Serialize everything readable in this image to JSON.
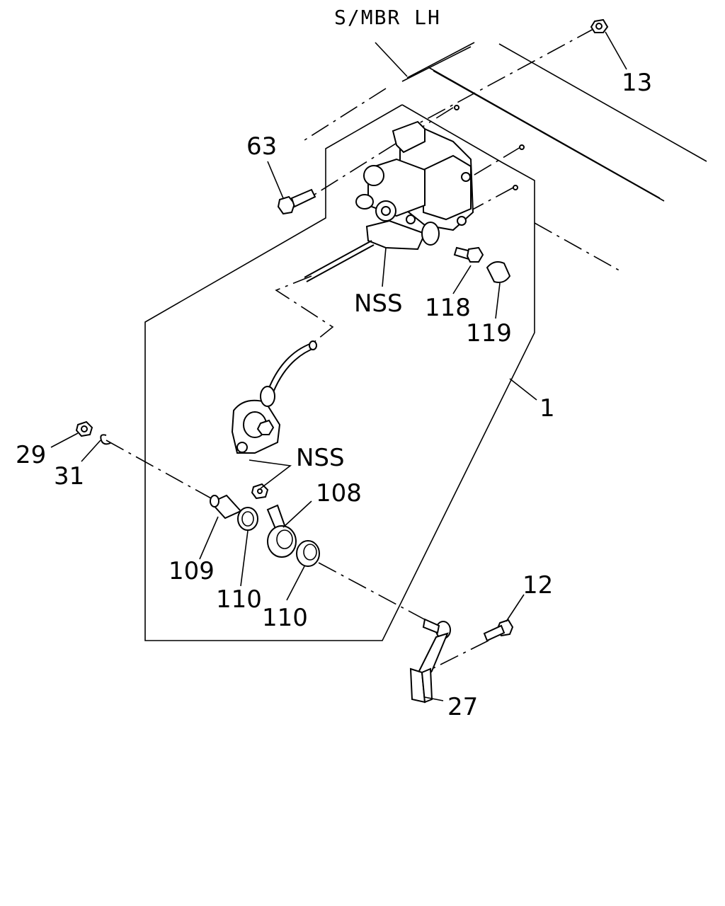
{
  "header": {
    "member_label": "S/MBR LH"
  },
  "callouts": {
    "p13": "13",
    "p63": "63",
    "nss_upper": "NSS",
    "p118": "118",
    "p119": "119",
    "p1": "1",
    "p29": "29",
    "p31": "31",
    "nss_lower": "NSS",
    "p108": "108",
    "p109": "109",
    "p110_left": "110",
    "p110_right": "110",
    "p12": "12",
    "p27": "27"
  },
  "colors": {
    "line": "#000000",
    "background": "#ffffff"
  }
}
